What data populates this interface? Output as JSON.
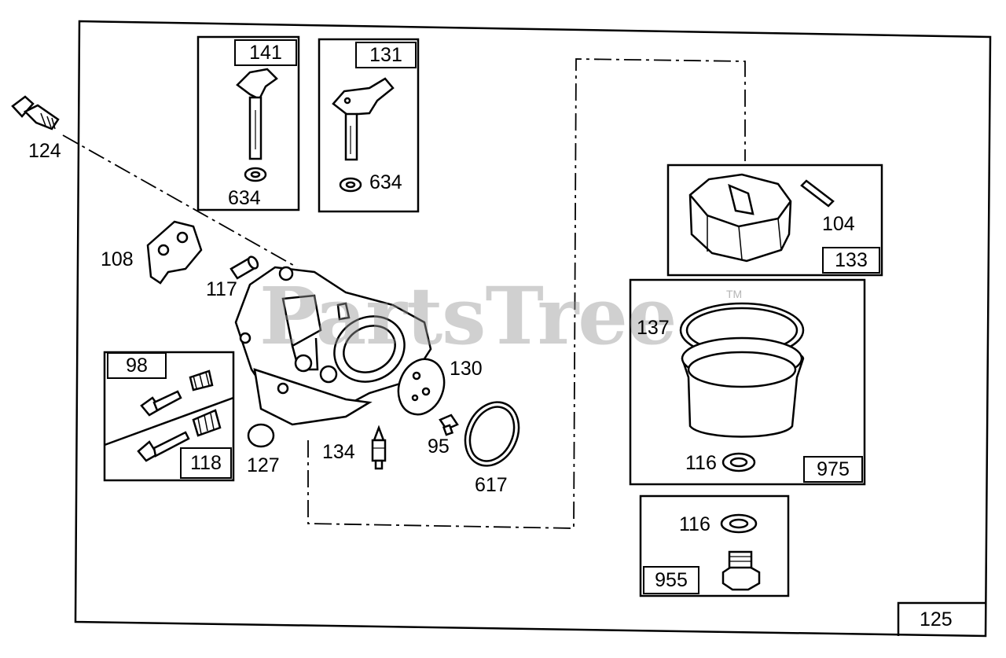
{
  "watermark": {
    "brand": "PartsTree",
    "trademark": "TM"
  },
  "assembly_number": "125",
  "kits": {
    "k141": "141",
    "k131": "131",
    "k133": "133",
    "k98": "98",
    "k118": "118",
    "k975": "975",
    "k955": "955"
  },
  "callouts": {
    "c124": "124",
    "c634a": "634",
    "c634b": "634",
    "c104": "104",
    "c108": "108",
    "c117": "117",
    "c137": "137",
    "c130": "130",
    "c127": "127",
    "c134": "134",
    "c95": "95",
    "c617": "617",
    "c116a": "116",
    "c116b": "116"
  }
}
